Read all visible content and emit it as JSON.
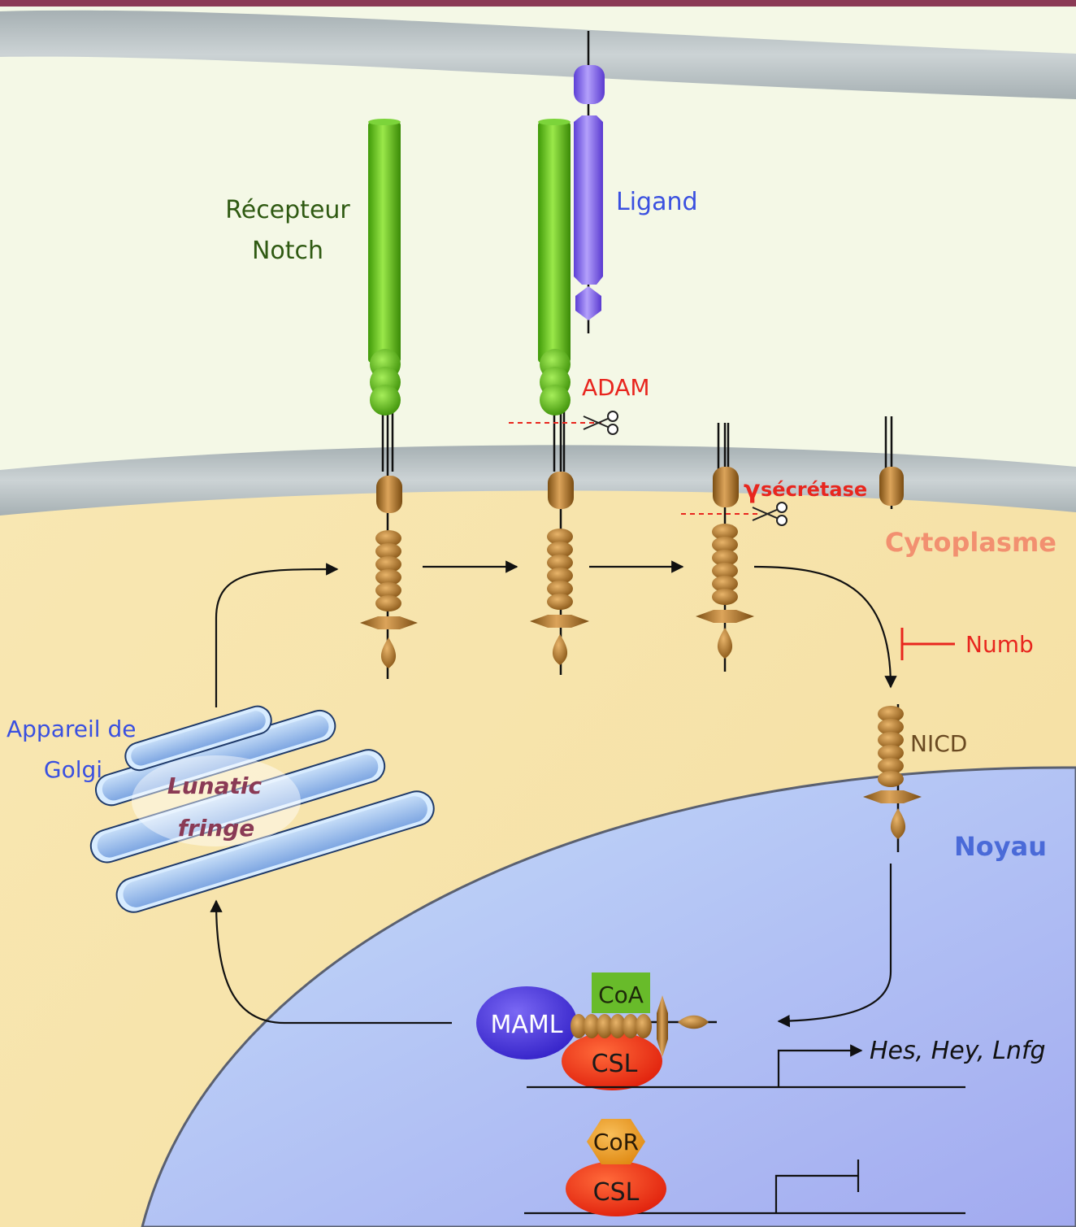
{
  "labels": {
    "receptor_line1": "Récepteur",
    "receptor_line2": "Notch",
    "ligand": "Ligand",
    "adam": "ADAM",
    "gamma_symbol": "γ",
    "gamma_secretase": "sécrétase",
    "cytoplasm": "Cytoplasme",
    "numb": "Numb",
    "nicd": "NICD",
    "golgi_line1": "Appareil de",
    "golgi_line2": "Golgi",
    "lunatic_line1": "Lunatic",
    "lunatic_line2": "fringe",
    "nucleus": "Noyau",
    "maml": "MAML",
    "coa": "CoA",
    "csl_active": "CSL",
    "target_genes": "Hes, Hey, Lnfg",
    "cor": "CoR",
    "csl_repressed": "CSL"
  },
  "colors": {
    "top_border": "#8b3a55",
    "ligand_cell": "#f4f8e6",
    "receiving_cell": "#f8e6b0",
    "membrane": "#b9c2c4",
    "nucleus": "#b3cbf5",
    "notch_green": "#5cc414",
    "ligand_purple": "#8a6cf0",
    "nicd_brown": "#b07a2e",
    "golgi_blue": "#9ec0ee",
    "maml_blue": "#5540e0",
    "coa_green": "#68bb2a",
    "csl_red": "#ee3c1c",
    "cor_orange": "#f0a02a",
    "red_label": "#e8261e",
    "cytoplasm_label": "#f29070",
    "nucleus_label": "#4a6ad8",
    "receptor_label": "#2f5a12",
    "blue_label": "#3a50e0",
    "nicd_label": "#6a4a22",
    "lunatic_label": "#8a3a55"
  }
}
